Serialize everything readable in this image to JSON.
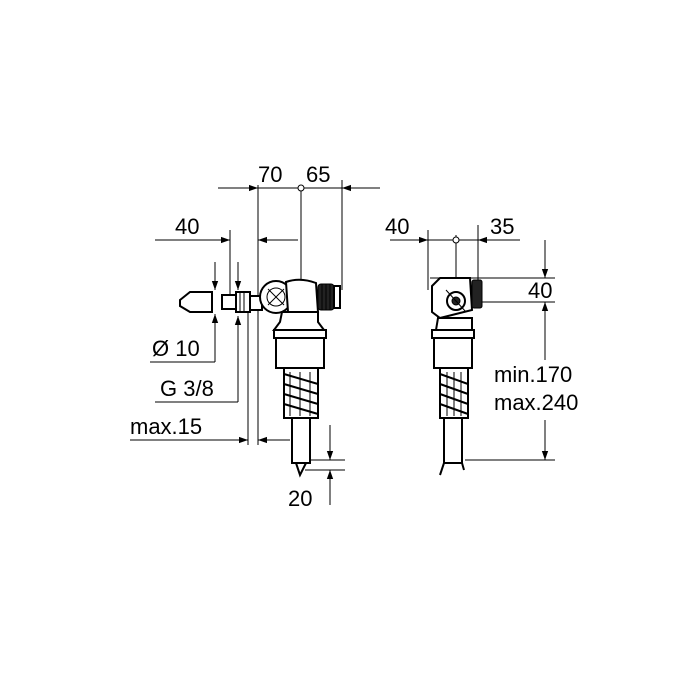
{
  "dimensions": {
    "d70": "70",
    "d65": "65",
    "d40_left": "40",
    "dia10": "Ø 10",
    "g38": "G 3/8",
    "max15": "max.15",
    "d20": "20",
    "d40_side": "40",
    "d35": "35",
    "d40_right": "40",
    "min170": "min.170",
    "max240": "max.240"
  }
}
